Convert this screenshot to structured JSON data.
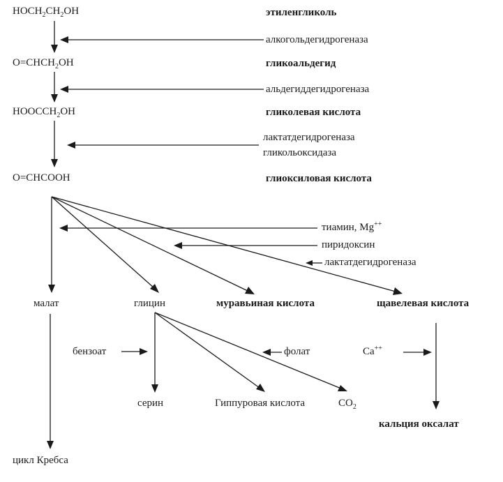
{
  "compounds": {
    "ethylene_glycol": {
      "pre": "HOCH",
      "sub1": "2",
      "mid": "CH",
      "sub2": "2",
      "post": "OH"
    },
    "glycolaldehyde": {
      "pre": "O=CHCH",
      "sub1": "2",
      "post": "OH"
    },
    "glycolic_acid": {
      "pre": "HOOCCH",
      "sub1": "2",
      "post": "OH"
    },
    "glyoxylic_acid": "O=CHCOOH"
  },
  "names": {
    "ethylene_glycol": "этиленгликоль",
    "glycolaldehyde": "гликоальдегид",
    "glycolic_acid": "гликолевая кислота",
    "glyoxylic_acid": "глиоксиловая кислота"
  },
  "enzymes": {
    "alcohol_dh": "алкогольдегидрогеназа",
    "aldehyde_dh": "альдегиддегидрогеназа",
    "lactate_dh_1": "лактатдегидрогеназа",
    "glycolate_oxidase": "гликольоксидаза",
    "thiamine": "тиамин, Mg",
    "thiamine_sup": "++",
    "pyridoxine": "пиридоксин",
    "lactate_dh_2": "лактатдегидрогеназа"
  },
  "products": {
    "malate": "малат",
    "glycine": "глицин",
    "formic_acid": "муравьиная кислота",
    "oxalic_acid": "щавелевая кислота",
    "benzoate": "бензоат",
    "folate": "фолат",
    "calcium": "Ca",
    "calcium_sup": "++",
    "serine": "серин",
    "hippuric_acid": "Гиппуровая кислота",
    "co2": "CO",
    "co2_sub": "2",
    "calcium_oxalate": "кальция оксалат",
    "krebs_cycle": "цикл Кребса"
  }
}
